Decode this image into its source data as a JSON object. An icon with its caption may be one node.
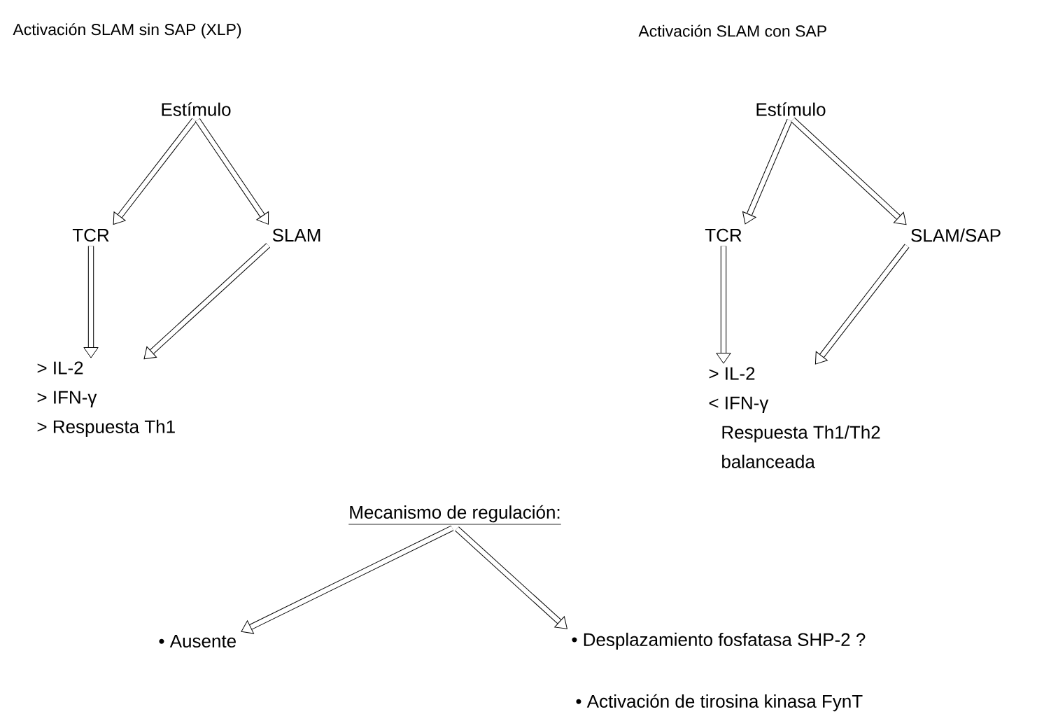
{
  "diagram": {
    "nodes": [
      {
        "text": [
          "Estímulo"
        ]
      },
      {
        "text": [
          "TCR"
        ]
      },
      {
        "text": [
          "SLAM"
        ]
      },
      {
        "text": [
          "> IL-2",
          "> IFN-γ",
          "> Respuesta Th1"
        ]
      },
      {
        "text": [
          "Estímulo"
        ]
      },
      {
        "text": [
          "TCR"
        ]
      },
      {
        "text": [
          "SLAM/SAP"
        ]
      },
      {
        "text": [
          "> IL-2",
          "< IFN-γ",
          "Respuesta Th1/Th2 balanceada"
        ]
      },
      {
        "text": [
          "Mecanismo de regulación:"
        ]
      },
      {
        "text": [
          "• Ausente"
        ]
      },
      {
        "text": [
          "• Desplazamiento fosfatasa SHP-2 ?"
        ]
      },
      {
        "text": [
          "• Activación de tirosina kinasa FynT"
        ]
      }
    ],
    "edges": [
      {
        "from": 0,
        "to": 1,
        "arrow": "to"
      },
      {
        "from": 0,
        "to": 2,
        "arrow": "to"
      },
      {
        "from": 1,
        "to": 3,
        "arrow": "to"
      },
      {
        "from": 2,
        "to": 3,
        "arrow": "to"
      },
      {
        "from": 4,
        "to": 5,
        "arrow": "to"
      },
      {
        "from": 4,
        "to": 6,
        "arrow": "to"
      },
      {
        "from": 5,
        "to": 7,
        "arrow": "to"
      },
      {
        "from": 6,
        "to": 7,
        "arrow": "to"
      },
      {
        "from": 8,
        "to": 9,
        "arrow": "to"
      },
      {
        "from": 8,
        "to": 10,
        "arrow": "to"
      }
    ],
    "labels": [
      "Activación SLAM sin SAP (XLP)",
      "Activación SLAM con SAP"
    ]
  }
}
